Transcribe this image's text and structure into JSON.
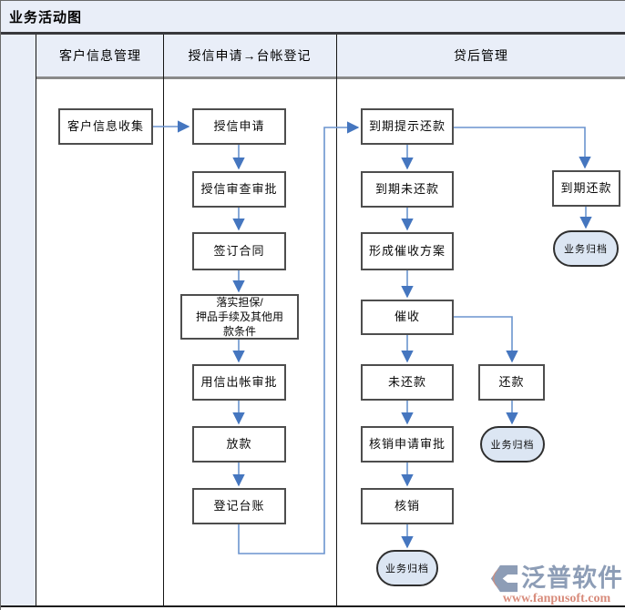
{
  "title": "业务活动图",
  "lanes": [
    {
      "label": "客户信息管理"
    },
    {
      "label": "授信申请→台帐登记"
    },
    {
      "label": "贷后管理"
    }
  ],
  "nodes": {
    "customer_info_collect": "客户信息收集",
    "credit_apply": "授信申请",
    "credit_review": "授信审查审批",
    "sign_contract": "签订合同",
    "implement_guarantee_lines": [
      "落实担保/",
      "押品手续及其他用",
      "款条件"
    ],
    "disburse_review": "用信出帐审批",
    "loan_release": "放款",
    "register_ledger": "登记台账",
    "due_reminder": "到期提示还款",
    "due_not_repaid": "到期未还款",
    "collection_plan": "形成催收方案",
    "collection": "催收",
    "not_repaid": "未还款",
    "writeoff_review": "核销申请审批",
    "writeoff": "核销",
    "due_repaid": "到期还款",
    "repaid": "还款",
    "archive_due": "业务归档",
    "archive_repaid": "业务归档",
    "archive_final": "业务归档"
  },
  "edges": [
    {
      "from": "客户信息收集",
      "to": "授信申请"
    },
    {
      "from": "授信申请",
      "to": "授信审查审批"
    },
    {
      "from": "授信审查审批",
      "to": "签订合同"
    },
    {
      "from": "签订合同",
      "to": "落实担保/押品手续及其他用款条件"
    },
    {
      "from": "落实担保/押品手续及其他用款条件",
      "to": "用信出帐审批"
    },
    {
      "from": "用信出帐审批",
      "to": "放款"
    },
    {
      "from": "放款",
      "to": "登记台账"
    },
    {
      "from": "登记台账",
      "to": "到期提示还款"
    },
    {
      "from": "到期提示还款",
      "to": "到期未还款"
    },
    {
      "from": "到期提示还款",
      "to": "到期还款"
    },
    {
      "from": "到期未还款",
      "to": "形成催收方案"
    },
    {
      "from": "形成催收方案",
      "to": "催收"
    },
    {
      "from": "催收",
      "to": "未还款"
    },
    {
      "from": "催收",
      "to": "还款"
    },
    {
      "from": "未还款",
      "to": "核销申请审批"
    },
    {
      "from": "核销申请审批",
      "to": "核销"
    },
    {
      "from": "核销",
      "to": "业务归档"
    },
    {
      "from": "还款",
      "to": "业务归档"
    },
    {
      "from": "到期还款",
      "to": "业务归档"
    }
  ],
  "watermark": {
    "brand": "泛普软件",
    "url": "www.fanpusoft.com"
  },
  "colors": {
    "band_fill": "#e9eef8",
    "terminator_fill": "#dce6f3",
    "connector": "#6b94cf",
    "arrowhead": "#4576bf",
    "watermark_brand": "#8d9db6",
    "watermark_url": "#d88b7b"
  }
}
